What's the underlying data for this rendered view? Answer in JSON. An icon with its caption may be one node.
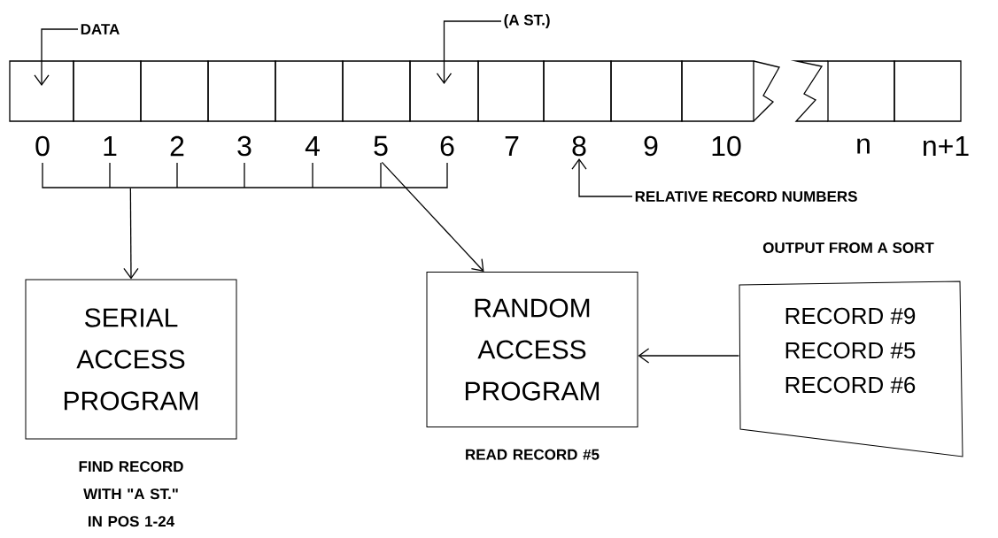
{
  "diagram": {
    "nodes": [
      {
        "text": [],
        "shape": "box"
      },
      {
        "text": [],
        "shape": "box"
      },
      {
        "text": [],
        "shape": "box"
      },
      {
        "text": [],
        "shape": "box"
      },
      {
        "text": [],
        "shape": "box"
      },
      {
        "text": [],
        "shape": "box"
      },
      {
        "text": [],
        "shape": "box"
      },
      {
        "text": [],
        "shape": "box"
      },
      {
        "text": [],
        "shape": "box"
      },
      {
        "text": [],
        "shape": "box"
      },
      {
        "text": [],
        "shape": "box"
      },
      {
        "text": [],
        "shape": "box"
      },
      {
        "text": [],
        "shape": "box"
      },
      {
        "text": [
          "DATA"
        ]
      },
      {
        "text": [
          "(A ST.)"
        ]
      },
      {
        "text": [
          "8"
        ]
      },
      {
        "text": [
          "RELATIVE RECORD NUMBERS"
        ]
      },
      {
        "text": [
          "SERIAL ACCESS PROGRAM"
        ],
        "beside": [
          "FIND RECORD WITH \"A ST.\" IN POS 1-24"
        ]
      },
      {
        "text": [
          "RANDOM ACCESS PROGRAM"
        ],
        "beside": [
          "READ RECORD #5"
        ]
      },
      {
        "text": [
          "OUTPUT FROM A SORT",
          "RECORD #9",
          "RECORD #5",
          "RECORD #6"
        ]
      },
      {
        "text": [],
        "shape": "bracket"
      }
    ],
    "edges": [
      {
        "from": 13,
        "to": 0,
        "arrow": "to"
      },
      {
        "from": 14,
        "to": 6,
        "arrow": "to"
      },
      {
        "from": 16,
        "to": 15,
        "arrow": "to"
      },
      {
        "from": 20,
        "to": 17,
        "arrow": "to"
      },
      {
        "from": 20,
        "to": 18,
        "arrow": "to"
      },
      {
        "from": 19,
        "to": 18,
        "arrow": "to"
      }
    ],
    "labels": [
      "0",
      "1",
      "2",
      "3",
      "4",
      "5",
      "6",
      "7",
      "9",
      "10",
      "n",
      "n+1"
    ]
  }
}
